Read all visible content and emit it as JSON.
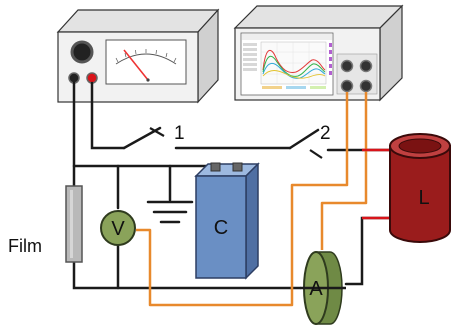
{
  "labels": {
    "switch_1": "1",
    "switch_2": "2",
    "film": "Film",
    "voltmeter": "V",
    "capacitor": "C",
    "ammeter": "A",
    "load": "L"
  },
  "colors": {
    "wire": "#1a1a1a",
    "orange_wire": "#e8892c",
    "red_wire": "#d9141a",
    "capacitor_front": "#6a8fc4",
    "capacitor_top": "#9db9e0",
    "load": "#9a1c1c",
    "meter_green": "#8aa35a",
    "film": "#b9b9b9",
    "case_front": "#f2f2f2",
    "case_side": "#d0d0d0",
    "case_top": "#e3e3e3"
  },
  "icons": {
    "meter_dial": "analog-gauge-icon",
    "ground": "ground-symbol-icon",
    "knobs": "knob-icon"
  }
}
